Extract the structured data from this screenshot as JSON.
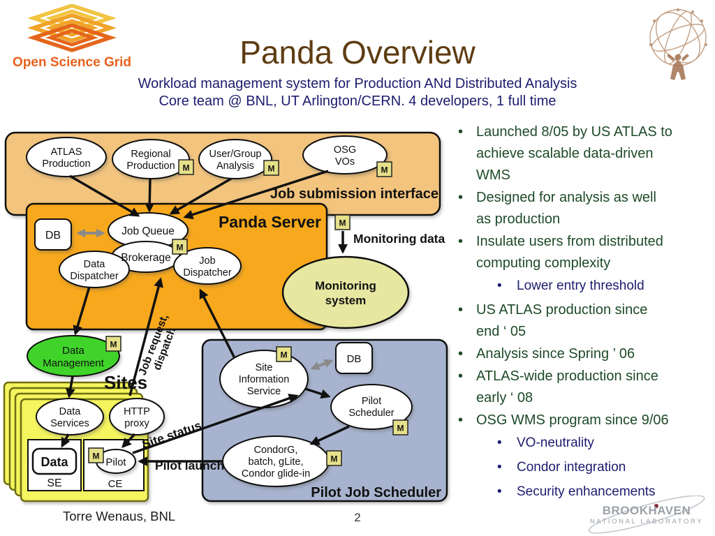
{
  "slide": {
    "title": "Panda Overview",
    "subtitle_line1": "Workload management system for Production ANd Distributed Analysis",
    "subtitle_line2": "Core team @ BNL, UT Arlington/CERN. 4 developers, 1 full time",
    "footer": {
      "author": "Torre Wenaus, BNL",
      "page_number": "2"
    }
  },
  "logos": {
    "osg": {
      "text": "Open Science Grid"
    },
    "bnl": {
      "line1": "BROOKHAVEN",
      "line2": "NATIONAL LABORATORY"
    }
  },
  "colors": {
    "title_brown": "#5E3D12",
    "subtitle_navy": "#1C1C6E",
    "bullet_green": "#1E4A28",
    "band_tan": "#F2C47E",
    "panda_orange": "#F8A81B",
    "monitoring_pale": "#E7E7A2",
    "data_mgmt_green": "#3FD42C",
    "sites_yellow": "#F5F55F",
    "scheduler_bluegray": "#A8B4CF",
    "m_box_yellow": "#E6E08A",
    "osg_orange": "#E8611C"
  },
  "bullets": {
    "items": [
      {
        "level": 1,
        "text": "Launched 8/05 by US ATLAS to\nachieve scalable data-driven\nWMS"
      },
      {
        "level": 1,
        "text": "Designed for analysis as well\nas production"
      },
      {
        "level": 1,
        "text": "Insulate users from distributed\ncomputing complexity"
      },
      {
        "level": 2,
        "text": "Lower entry threshold"
      },
      {
        "level": 1,
        "text": "US ATLAS production since\nend ‘ 05"
      },
      {
        "level": 1,
        "text": "Analysis since Spring ’ 06"
      },
      {
        "level": 1,
        "text": "ATLAS-wide production since\nearly ‘ 08"
      },
      {
        "level": 1,
        "text": "OSG WMS program since 9/06"
      },
      {
        "level": 2,
        "text": "VO-neutrality"
      },
      {
        "level": 2,
        "text": "Condor integration"
      },
      {
        "level": 2,
        "text": "Security enhancements"
      }
    ]
  },
  "diagram": {
    "labels": {
      "job_submission_interface": "Job submission interface",
      "panda_server": "Panda Server",
      "monitoring_data": "Monitoring data",
      "sites": "Sites",
      "pilot_launch": "Pilot launch",
      "pilot_job_scheduler": "Pilot Job Scheduler",
      "job_request_line1": "Job request,",
      "job_request_line2": "dispatch",
      "site_status": "Site status",
      "m": "M"
    },
    "nodes": {
      "atlas_production": [
        "ATLAS",
        "Production"
      ],
      "regional_production": [
        "Regional",
        "Production"
      ],
      "user_group_analysis": [
        "User/Group",
        "Analysis"
      ],
      "osg_vos": [
        "OSG",
        "VOs"
      ],
      "db_top": "DB",
      "job_queue": "Job Queue",
      "brokerage": "Brokerage",
      "job_dispatcher": [
        "Job",
        "Dispatcher"
      ],
      "data_dispatcher": [
        "Data",
        "Dispatcher"
      ],
      "monitoring_system": [
        "Monitoring",
        "system"
      ],
      "data_management": [
        "Data",
        "Management"
      ],
      "data_services": [
        "Data",
        "Services"
      ],
      "http_proxy": [
        "HTTP",
        "proxy"
      ],
      "data": "Data",
      "se": "SE",
      "pilot": "Pilot",
      "ce": "CE",
      "site_information_service": [
        "Site",
        "Information",
        "Service"
      ],
      "db_bottom": "DB",
      "pilot_scheduler": [
        "Pilot",
        "Scheduler"
      ],
      "condor": [
        "CondorG,",
        "batch, gLite,",
        "Condor glide-in"
      ]
    }
  }
}
